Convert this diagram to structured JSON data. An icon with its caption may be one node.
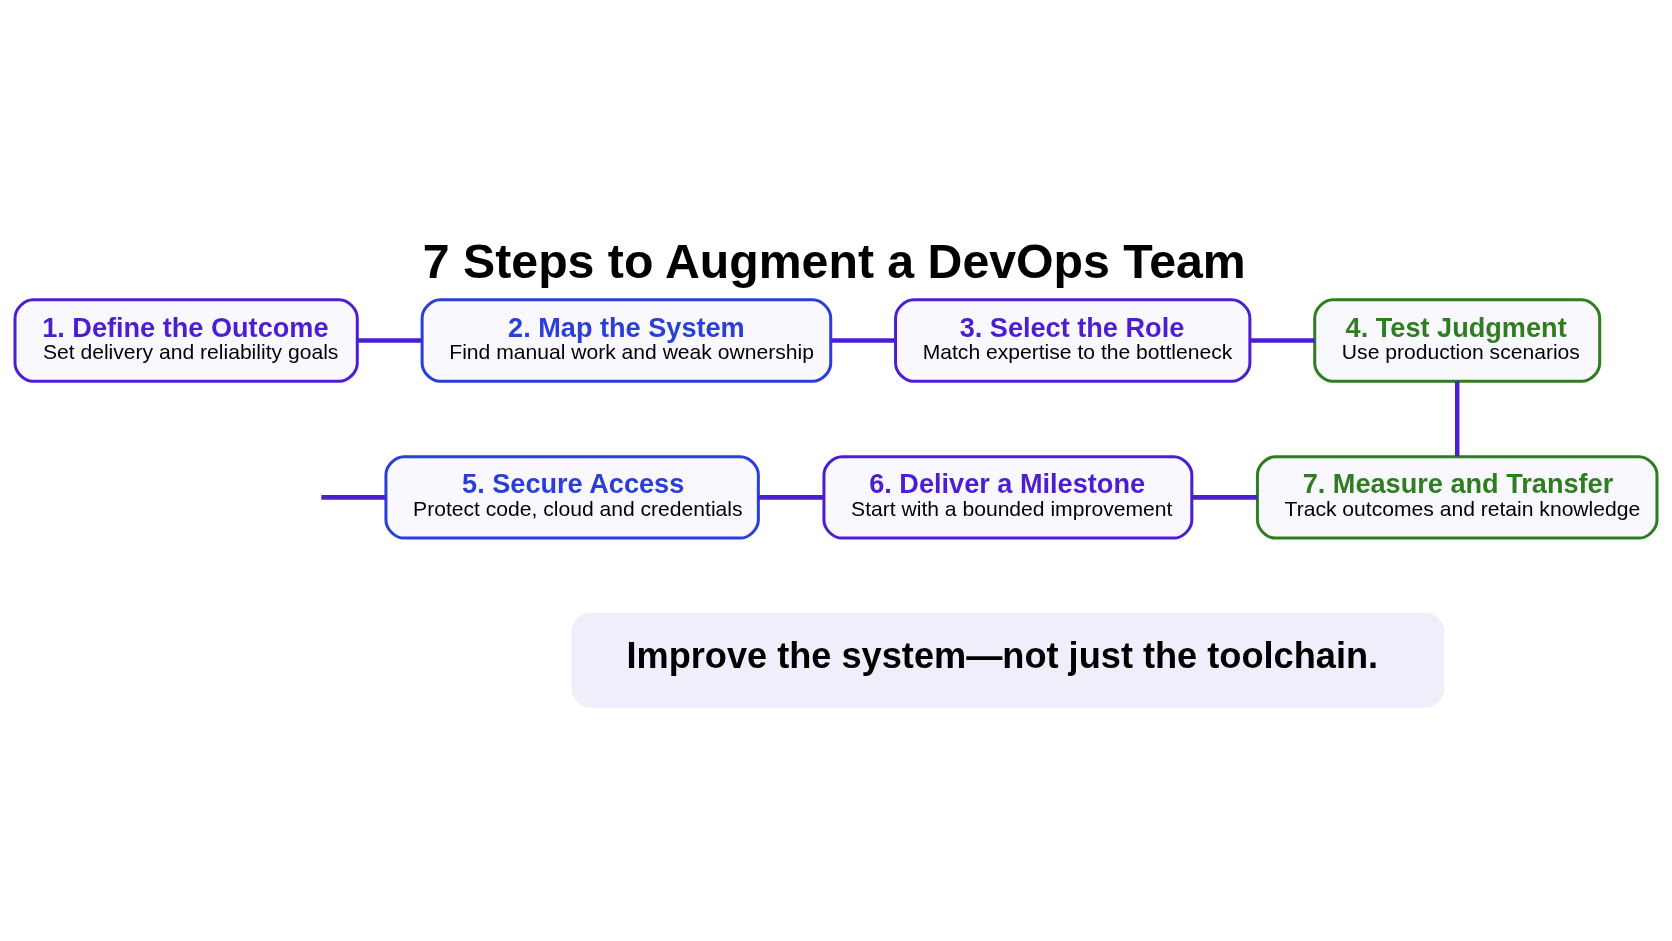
{
  "diagram": {
    "title": "7 Steps to Augment a DevOps Team",
    "nodes": [
      {
        "text": [
          "1. Define the Outcome",
          "Set delivery and reliability goals"
        ]
      },
      {
        "text": [
          "2. Map the System",
          "Find manual work and weak ownership"
        ]
      },
      {
        "text": [
          "3. Select the Role",
          "Match expertise to the bottleneck"
        ]
      },
      {
        "text": [
          "4. Test Judgment",
          "Use production scenarios"
        ]
      },
      {
        "text": [
          "5. Secure Access",
          "Protect code, cloud and credentials"
        ]
      },
      {
        "text": [
          "6. Deliver a Milestone",
          "Start with a bounded improvement"
        ]
      },
      {
        "text": [
          "7. Measure and Transfer",
          "Track outcomes and retain knowledge"
        ]
      },
      {
        "text": [
          "Improve the system—not just the toolchain."
        ]
      }
    ],
    "edges": [
      {
        "from": 0,
        "to": 1,
        "arrow": "none"
      },
      {
        "from": 1,
        "to": 2,
        "arrow": "none"
      },
      {
        "from": 2,
        "to": 3,
        "arrow": "none"
      },
      {
        "from": 3,
        "to": 6,
        "arrow": "none"
      },
      {
        "from": 5,
        "to": 6,
        "arrow": "none"
      },
      {
        "from": 4,
        "to": 5,
        "arrow": "none"
      },
      {
        "from": null,
        "to": 4,
        "arrow": "none"
      }
    ]
  }
}
